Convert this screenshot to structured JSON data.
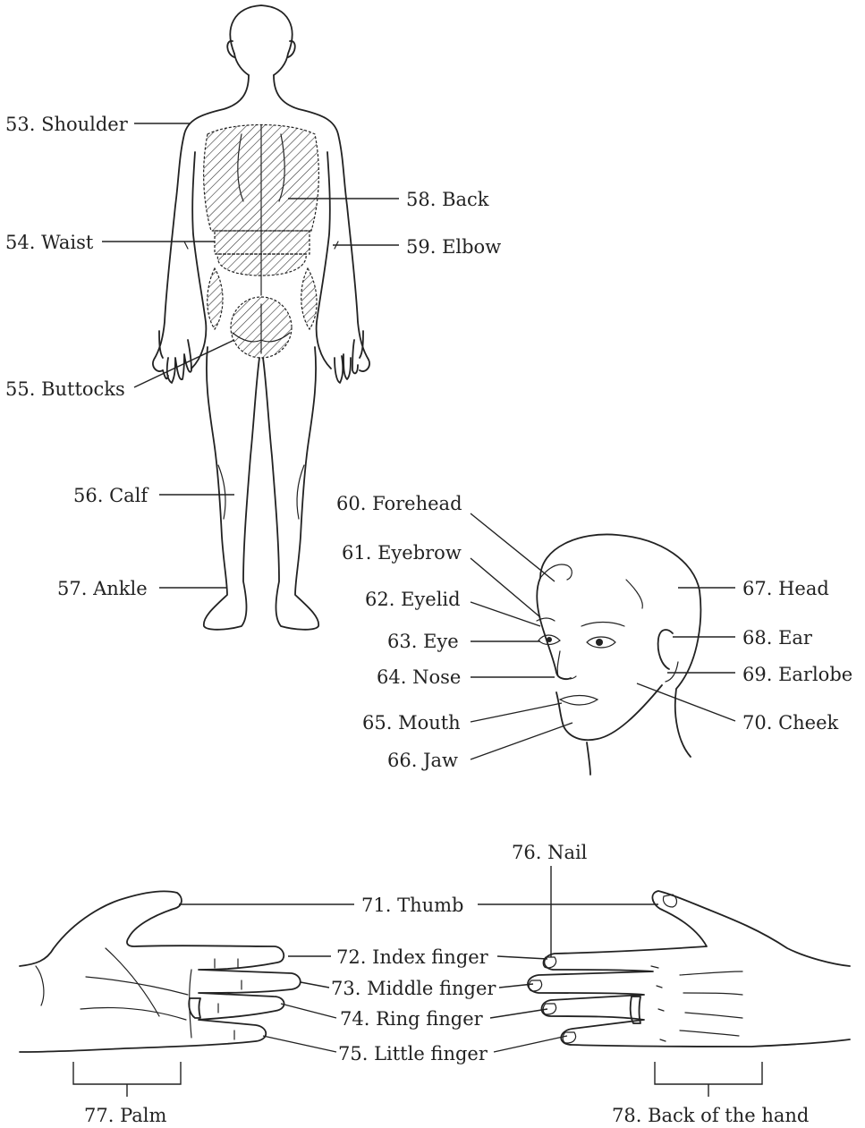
{
  "labels": {
    "shoulder": "53.  Shoulder",
    "waist": "54.  Waist",
    "buttocks": "55.  Buttocks",
    "calf": "56.  Calf",
    "ankle": "57.  Ankle",
    "back": "58.  Back",
    "elbow": "59.  Elbow",
    "forehead": "60.  Forehead",
    "eyebrow": "61.  Eyebrow",
    "eyelid": "62.  Eyelid",
    "eye": "63.  Eye",
    "nose": "64.  Nose",
    "mouth": "65.  Mouth",
    "jaw": "66.  Jaw",
    "head": "67.  Head",
    "ear": "68.  Ear",
    "earlobe": "69.  Earlobe",
    "cheek": "70.  Cheek",
    "thumb": "71.  Thumb",
    "index_finger": "72.  Index finger",
    "middle_finger": "73.  Middle finger",
    "ring_finger": "74.  Ring finger",
    "little_finger": "75.  Little finger",
    "nail": "76.  Nail",
    "palm": "77.  Palm",
    "back_of_hand": "78.  Back of the hand"
  },
  "colors": {
    "ink": "#222222",
    "background": "#ffffff"
  }
}
